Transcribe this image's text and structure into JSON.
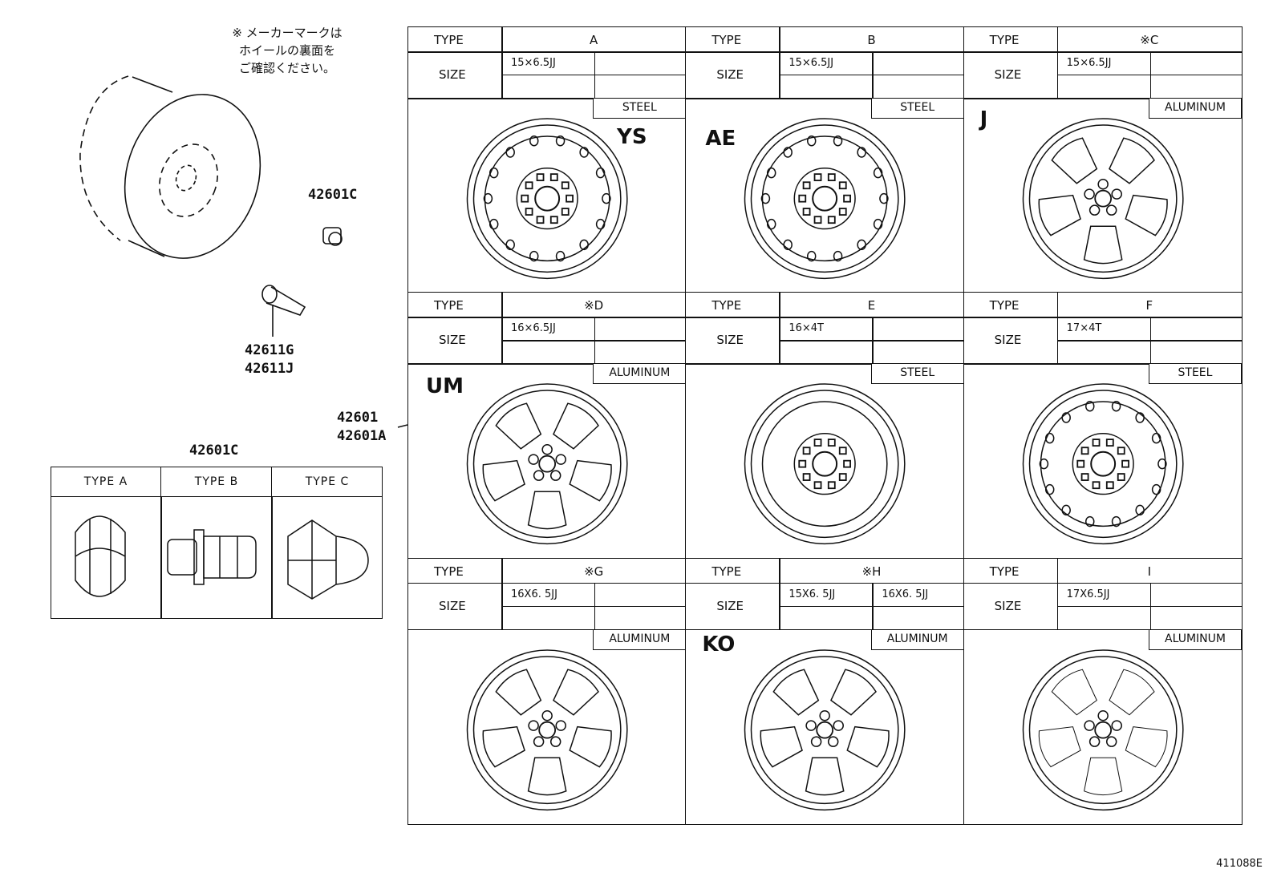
{
  "note_lines": [
    "※ メーカーマークは",
    "ホイールの裏面を",
    "ご確認ください。"
  ],
  "parts": {
    "nut": "42601C",
    "valve_1": "42611G",
    "valve_2": "42611J",
    "wheel_1": "42601",
    "wheel_2": "42601A",
    "nut_table_title": "42601C"
  },
  "nut_types": [
    "TYPE  A",
    "TYPE  B",
    "TYPE  C"
  ],
  "labels": {
    "type": "TYPE",
    "size": "SIZE"
  },
  "wheels": [
    {
      "type": "A",
      "size": "15×6.5JJ",
      "size2": "",
      "material": "STEEL",
      "mark": "YS",
      "style": "steel"
    },
    {
      "type": "B",
      "size": "15×6.5JJ",
      "size2": "",
      "material": "STEEL",
      "mark": "AE",
      "style": "steel"
    },
    {
      "type": "※C",
      "size": "15×6.5JJ",
      "size2": "",
      "material": "ALUMINUM",
      "mark": "J",
      "style": "alloy"
    },
    {
      "type": "※D",
      "size": "16×6.5JJ",
      "size2": "",
      "material": "ALUMINUM",
      "mark": "UM",
      "style": "alloy"
    },
    {
      "type": "E",
      "size": "16×4T",
      "size2": "",
      "material": "STEEL",
      "mark": "",
      "style": "spare"
    },
    {
      "type": "F",
      "size": "17×4T",
      "size2": "",
      "material": "STEEL",
      "mark": "",
      "style": "steel2"
    },
    {
      "type": "※G",
      "size": "16X6. 5JJ",
      "size2": "",
      "material": "ALUMINUM",
      "mark": "",
      "style": "alloy"
    },
    {
      "type": "※H",
      "size": "15X6. 5JJ",
      "size2": "16X6. 5JJ",
      "material": "ALUMINUM",
      "mark": "KO",
      "style": "alloy2"
    },
    {
      "type": "I",
      "size": "17X6.5JJ",
      "size2": "",
      "material": "ALUMINUM",
      "mark": "",
      "style": "alloy3"
    }
  ],
  "diagram_code": "411088E"
}
